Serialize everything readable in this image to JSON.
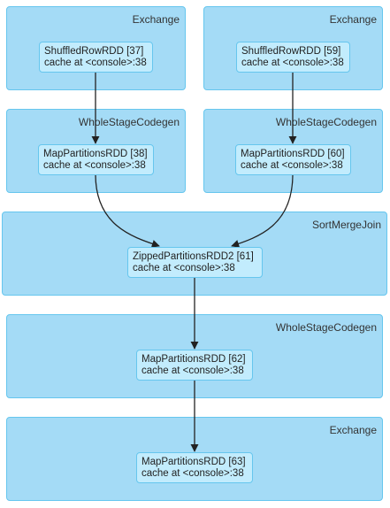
{
  "stages": [
    {
      "label": "Exchange",
      "rdd": {
        "name": "ShuffledRowRDD [37]",
        "callsite": "cache at <console>:38"
      }
    },
    {
      "label": "Exchange",
      "rdd": {
        "name": "ShuffledRowRDD [59]",
        "callsite": "cache at <console>:38"
      }
    },
    {
      "label": "WholeStageCodegen",
      "rdd": {
        "name": "MapPartitionsRDD [38]",
        "callsite": "cache at <console>:38"
      }
    },
    {
      "label": "WholeStageCodegen",
      "rdd": {
        "name": "MapPartitionsRDD [60]",
        "callsite": "cache at <console>:38"
      }
    },
    {
      "label": "SortMergeJoin",
      "rdd": {
        "name": "ZippedPartitionsRDD2 [61]",
        "callsite": "cache at <console>:38"
      }
    },
    {
      "label": "WholeStageCodegen",
      "rdd": {
        "name": "MapPartitionsRDD [62]",
        "callsite": "cache at <console>:38"
      }
    },
    {
      "label": "Exchange",
      "rdd": {
        "name": "MapPartitionsRDD [63]",
        "callsite": "cache at <console>:38"
      }
    }
  ],
  "colors": {
    "cluster_fill": "#a4dbf6",
    "node_fill": "#c2ecfd",
    "border": "#66c6ee",
    "edge": "#222222"
  }
}
